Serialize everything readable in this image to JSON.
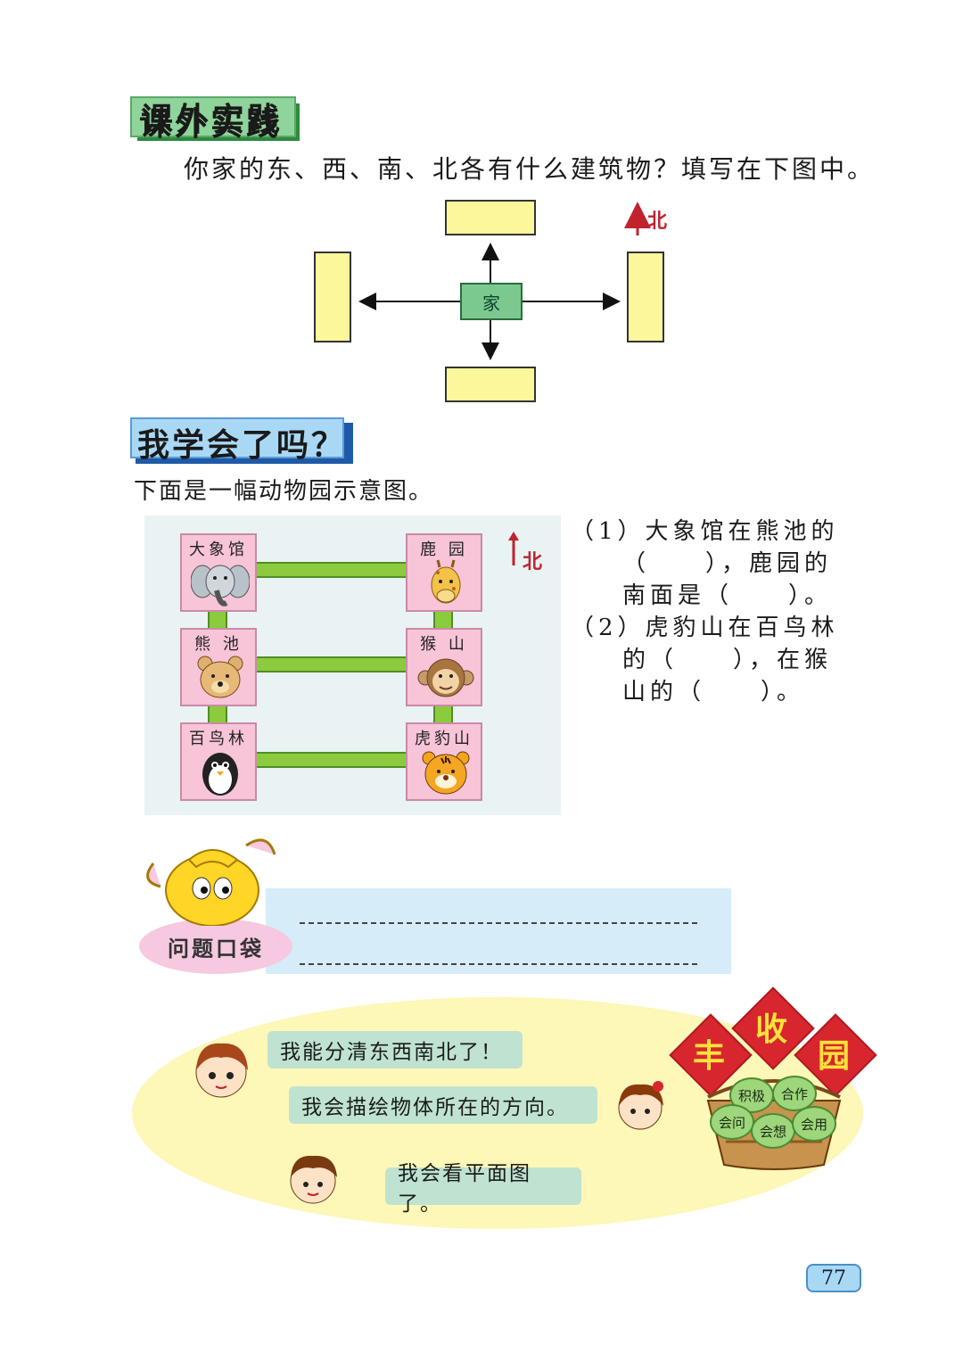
{
  "section1": {
    "title": "课外实践",
    "prompt": "你家的东、西、南、北各有什么建筑物？填写在下图中。",
    "home_label": "家",
    "north_label": "北"
  },
  "section2": {
    "title": "我学会了吗？",
    "intro": "下面是一幅动物园示意图。",
    "north_label": "北",
    "zoo": [
      {
        "name": "大象馆",
        "animal": "elephant-icon"
      },
      {
        "name": "鹿 园",
        "animal": "giraffe-icon"
      },
      {
        "name": "熊 池",
        "animal": "bear-icon"
      },
      {
        "name": "猴 山",
        "animal": "monkey-icon"
      },
      {
        "name": "百鸟林",
        "animal": "penguin-icon"
      },
      {
        "name": "虎豹山",
        "animal": "tiger-icon"
      }
    ],
    "questions": {
      "q1_line1": "（1）大象馆在熊池的",
      "q1_line2": "（　　），鹿园的",
      "q1_line3": "南面是（　　）。",
      "q2_line1": "（2）虎豹山在百鸟林",
      "q2_line2": "的（　　），在猴",
      "q2_line3": "山的（　　）。"
    }
  },
  "pocket": {
    "label": "问题口袋"
  },
  "harvest": {
    "bubbles": [
      "我能分清东西南北了！",
      "我会描绘物体所在的方向。",
      "我会看平面图了。"
    ],
    "sign": [
      "丰",
      "收",
      "园"
    ],
    "fruits": [
      "积极",
      "合作",
      "会问",
      "会想",
      "会用"
    ]
  },
  "page_number": "77",
  "colors": {
    "header_green": "#8fd49a",
    "header_blue": "#a9d8f5",
    "north_red": "#c0222e",
    "box_yellow": "#fdf79b"
  }
}
